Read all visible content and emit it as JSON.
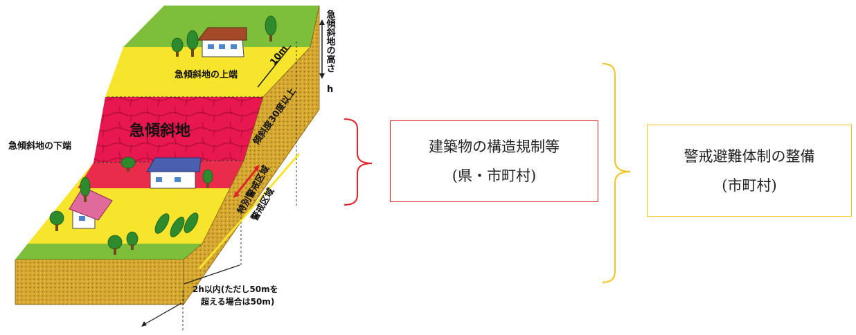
{
  "diagram": {
    "labels": {
      "slope_height": "急傾斜地の高さ",
      "slope_height_symbol": "h",
      "top_edge": "急傾斜地の上端",
      "ten_m": "10m",
      "angle": "傾斜度30度以上",
      "slope": "急傾斜地",
      "bottom_edge": "急傾斜地の下端",
      "special_zone": "特別警戒区域",
      "warning_zone": "警戒区域",
      "range_line1": "2h以内(ただし50mを",
      "range_line2": "超える場合は50m)"
    },
    "colors": {
      "green": "#7dbf3a",
      "yellow": "#f6e52c",
      "red": "#e8174f",
      "soil": "#d6a830",
      "bracket_red": "#e0222a",
      "bracket_yellow": "#f5c419"
    }
  },
  "boxes": {
    "regulation": {
      "line1": "建築物の構造規制等",
      "line2": "(県・市町村)"
    },
    "evacuation": {
      "line1": "警戒避難体制の整備",
      "line2": "(市町村)"
    }
  }
}
